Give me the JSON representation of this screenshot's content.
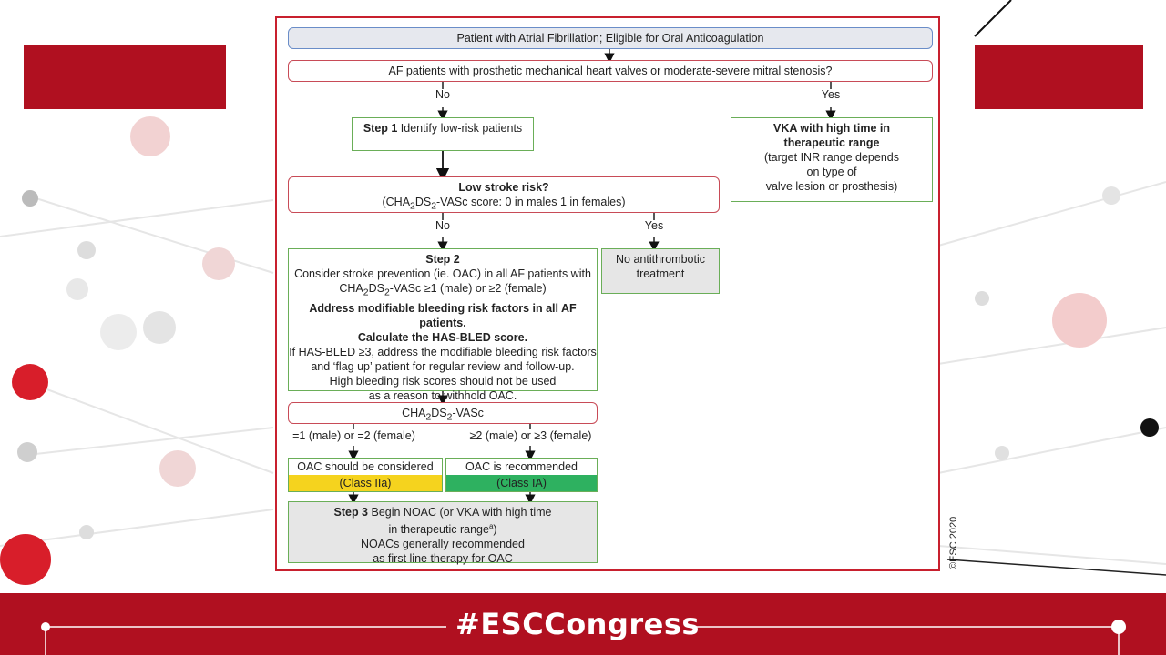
{
  "colors": {
    "brand_red": "#b01020",
    "figure_border": "#c8202e",
    "class_iia_yellow": "#f5d31e",
    "class_ia_green": "#2eb160",
    "box_grey": "#e6e6e6"
  },
  "flowchart": {
    "start": "Patient with Atrial Fibrillation; Eligible for Oral Anticoagulation",
    "q1": "AF patients with prosthetic mechanical heart valves or moderate-severe mitral stenosis?",
    "q1_no": "No",
    "q1_yes": "Yes",
    "step1_bold": "Step 1",
    "step1_text": " Identify low-risk patients",
    "vka_line1": "VKA with high time in",
    "vka_line2": "therapeutic range",
    "vka_line3": "(target INR range depends",
    "vka_line4": "on type of",
    "vka_line5": "valve lesion or prosthesis)",
    "q2_title": "Low stroke risk?",
    "q2_line_a": "(CHA",
    "q2_sub2a": "2",
    "q2_line_b": "DS",
    "q2_sub2b": "2",
    "q2_line_c": "-VASc score: 0 in males 1 in females)",
    "q2_no": "No",
    "q2_yes": "Yes",
    "no_anti_line1": "No antithrombotic",
    "no_anti_line2": "treatment",
    "step2_title": "Step 2",
    "step2_l1": "Consider stroke prevention (ie. OAC) in all AF patients with",
    "step2_l2a": "CHA",
    "step2_l2sub1": "2",
    "step2_l2b": "DS",
    "step2_l2sub2": "2",
    "step2_l2c": "-VASc ≥1 (male) or ≥2 (female)",
    "step2_l3": "Address modifiable bleeding risk factors in all AF patients.",
    "step2_l4": "Calculate the HAS-BLED score.",
    "step2_l5": "If HAS-BLED ≥3, address the modifiable bleeding risk factors",
    "step2_l6": "and ‘flag up’ patient for regular review and follow-up.",
    "step2_l7": "High bleeding risk scores should not be used",
    "step2_l8": "as a reason to withhold OAC.",
    "score_a": "CHA",
    "score_sub1": "2",
    "score_b": "DS",
    "score_sub2": "2",
    "score_c": "-VASc",
    "branch_left": "=1 (male) or =2 (female)",
    "branch_right": "≥2 (male) or ≥3 (female)",
    "oac_considered": "OAC should be considered",
    "class_iia": "(Class IIa)",
    "oac_recommended": "OAC is recommended",
    "class_ia": "(Class IA)",
    "step3_bold": "Step 3",
    "step3_l1": "  Begin NOAC (or VKA with high time",
    "step3_l2": "in therapeutic range",
    "step3_sup": "a",
    "step3_l2_end": ")",
    "step3_l3": "NOACs generally recommended",
    "step3_l4": "as first line therapy for OAC"
  },
  "copyright": "©ESC 2020",
  "footer": {
    "hashtag": "#ESCCongress"
  }
}
